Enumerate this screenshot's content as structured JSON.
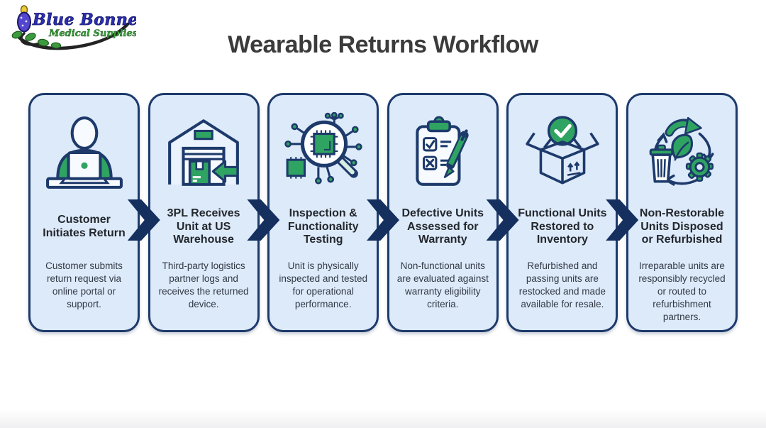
{
  "page": {
    "title": "Wearable Returns Workflow"
  },
  "logo": {
    "name": "Blue Bonnet",
    "tagline": "Medical Supplies"
  },
  "colors": {
    "navy_outline": "#1d3a6b",
    "arrow_navy": "#15305e",
    "card_background": "#ddeafa",
    "accent_green": "#2fa361",
    "title_text": "#23272e",
    "body_text": "#323945",
    "heading_text": "#3b3b3b",
    "logo_blue": "#2b2fb4",
    "logo_green": "#3fa53f"
  },
  "steps": [
    {
      "title": "Customer Initiates Return",
      "description": "Customer submits return request via online portal or support.",
      "icon": "customer-laptop-icon"
    },
    {
      "title": "3PL Receives Unit at US Warehouse",
      "description": "Third-party logistics partner logs and receives the returned device.",
      "icon": "warehouse-receiving-icon"
    },
    {
      "title": "Inspection & Functionality Testing",
      "description": "Unit is physically inspected and tested for operational performance.",
      "icon": "inspection-testing-icon"
    },
    {
      "title": "Defective Units Assessed for Warranty",
      "description": "Non-functional units are evaluated against warranty eligibility criteria.",
      "icon": "warranty-checklist-icon"
    },
    {
      "title": "Functional Units Restored to Inventory",
      "description": "Refurbished and passing units are restocked and made available for resale.",
      "icon": "restock-box-icon"
    },
    {
      "title": "Non-Restorable Units Disposed or Refurbished",
      "description": "Irreparable units are responsibly recycled or routed to refurbishment partners.",
      "icon": "recycle-disposal-icon"
    }
  ]
}
